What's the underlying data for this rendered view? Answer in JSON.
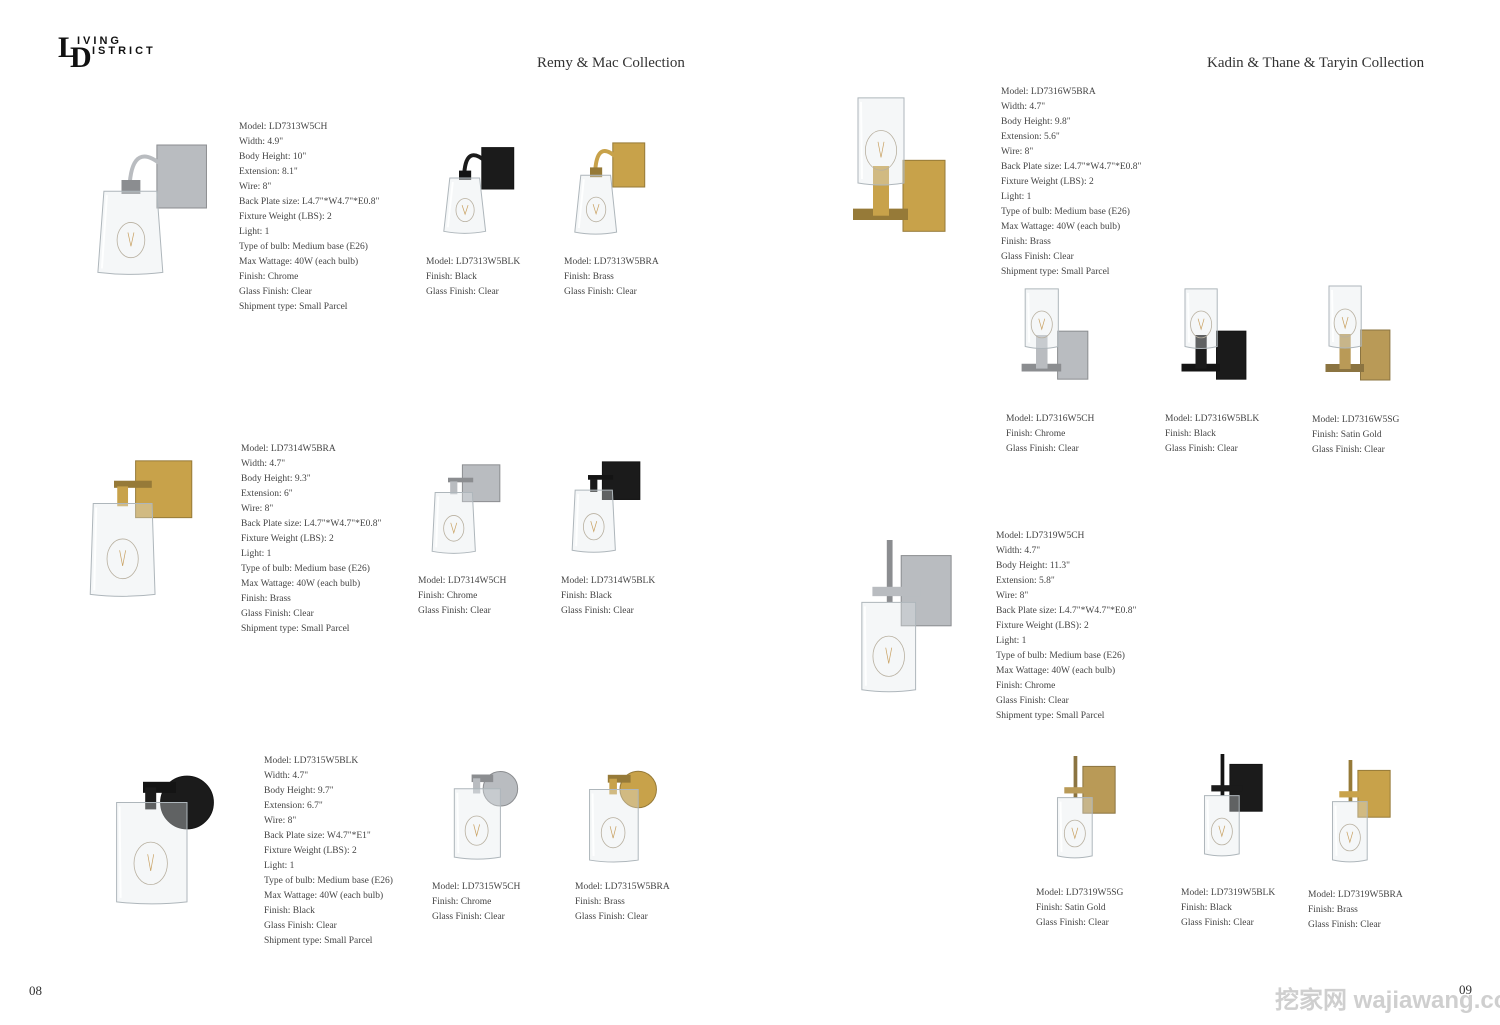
{
  "logo": {
    "l": "L",
    "d": "D",
    "word1": "IVING",
    "word2": "ISTRICT"
  },
  "left_collection_title": "Remy & Mac Collection",
  "right_collection_title": "Kadin & Thane & Taryin Collection",
  "page_left": "08",
  "page_right": "09",
  "watermark": "挖家网 wajiawang.com",
  "finish_colors": {
    "chrome": "#b9bcc0",
    "black": "#1b1b1b",
    "brass": "#c8a24a",
    "satin_gold": "#b99a57"
  },
  "products": [
    {
      "id": "p1",
      "lines": [
        "Model: LD7313W5CH",
        "Width: 4.9\"",
        "Body Height: 10\"",
        "Extension: 8.1\"",
        "Wire: 8\"",
        "Back Plate size: L4.7\"*W4.7\"*E0.8\"",
        "Fixture Weight (LBS): 2",
        "Light: 1",
        "Type of bulb: Medium base (E26)",
        "Max Wattage: 40W (each bulb)",
        "Finish: Chrome",
        "Glass Finish: Clear",
        "Shipment type: Small Parcel"
      ],
      "finish": "chrome",
      "style": "bell-arm",
      "icon": "wall-sconce-icon"
    },
    {
      "id": "p2",
      "lines": [
        "Model: LD7313W5BLK",
        "Finish: Black",
        "Glass Finish: Clear"
      ],
      "finish": "black",
      "style": "bell-arm",
      "icon": "wall-sconce-icon"
    },
    {
      "id": "p3",
      "lines": [
        "Model: LD7313W5BRA",
        "Finish: Brass",
        "Glass Finish: Clear"
      ],
      "finish": "brass",
      "style": "bell-arm",
      "icon": "wall-sconce-icon"
    },
    {
      "id": "p4",
      "lines": [
        "Model: LD7314W5BRA",
        "Width: 4.7\"",
        "Body Height: 9.3\"",
        "Extension: 6\"",
        "Wire: 8\"",
        "Back Plate size: L4.7\"*W4.7\"*E0.8\"",
        "Fixture Weight (LBS): 2",
        "Light: 1",
        "Type of bulb: Medium base (E26)",
        "Max Wattage: 40W (each bulb)",
        "Finish: Brass",
        "Glass Finish: Clear",
        "Shipment type: Small Parcel"
      ],
      "finish": "brass",
      "style": "square-bell",
      "icon": "wall-sconce-icon"
    },
    {
      "id": "p5",
      "lines": [
        "Model: LD7314W5CH",
        "Finish: Chrome",
        "Glass Finish: Clear"
      ],
      "finish": "chrome",
      "style": "square-bell",
      "icon": "wall-sconce-icon"
    },
    {
      "id": "p6",
      "lines": [
        "Model: LD7314W5BLK",
        "Finish: Black",
        "Glass Finish: Clear"
      ],
      "finish": "black",
      "style": "square-bell",
      "icon": "wall-sconce-icon"
    },
    {
      "id": "p7",
      "lines": [
        "Model: LD7315W5BLK",
        "Width: 4.7\"",
        "Body Height: 9.7\"",
        "Extension: 6.7\"",
        "Wire: 8\"",
        "Back Plate size: W4.7\"*E1\"",
        "Fixture Weight (LBS): 2",
        "Light: 1",
        "Type of bulb: Medium base (E26)",
        "Max Wattage: 40W (each bulb)",
        "Finish: Black",
        "Glass Finish: Clear",
        "Shipment type: Small Parcel"
      ],
      "finish": "black",
      "style": "round-cylinder",
      "icon": "wall-sconce-icon"
    },
    {
      "id": "p8",
      "lines": [
        "Model: LD7315W5CH",
        "Finish: Chrome",
        "Glass Finish: Clear"
      ],
      "finish": "chrome",
      "style": "round-cylinder",
      "icon": "wall-sconce-icon"
    },
    {
      "id": "p9",
      "lines": [
        "Model: LD7315W5BRA",
        "Finish: Brass",
        "Glass Finish: Clear"
      ],
      "finish": "brass",
      "style": "round-cylinder",
      "icon": "wall-sconce-icon"
    },
    {
      "id": "p10",
      "lines": [
        "Model: LD7316W5BRA",
        "Width: 4.7\"",
        "Body Height: 9.8\"",
        "Extension: 5.6\"",
        "Wire: 8\"",
        "Back Plate size: L4.7\"*W4.7\"*E0.8\"",
        "Fixture Weight (LBS): 2",
        "Light: 1",
        "Type of bulb: Medium base (E26)",
        "Max Wattage: 40W (each bulb)",
        "Finish: Brass",
        "Glass Finish: Clear",
        "Shipment type: Small Parcel"
      ],
      "finish": "brass",
      "style": "tall-cylinder",
      "icon": "wall-sconce-icon"
    },
    {
      "id": "p11",
      "lines": [
        "Model: LD7316W5CH",
        "Finish: Chrome",
        "Glass Finish: Clear"
      ],
      "finish": "chrome",
      "style": "tall-cylinder",
      "icon": "wall-sconce-icon"
    },
    {
      "id": "p12",
      "lines": [
        "Model: LD7316W5BLK",
        "Finish: Black",
        "Glass Finish: Clear"
      ],
      "finish": "black",
      "style": "tall-cylinder",
      "icon": "wall-sconce-icon"
    },
    {
      "id": "p13",
      "lines": [
        "Model: LD7316W5SG",
        "Finish: Satin Gold",
        "Glass Finish: Clear"
      ],
      "finish": "satin_gold",
      "style": "tall-cylinder",
      "icon": "wall-sconce-icon"
    },
    {
      "id": "p14",
      "lines": [
        "Model: LD7319W5CH",
        "Width: 4.7\"",
        "Body Height: 11.3\"",
        "Extension: 5.8\"",
        "Wire: 8\"",
        "Back Plate size: L4.7\"*W4.7\"*E0.8\"",
        "Fixture Weight (LBS): 2",
        "Light: 1",
        "Type of bulb: Medium base (E26)",
        "Max Wattage: 40W (each bulb)",
        "Finish: Chrome",
        "Glass Finish: Clear",
        "Shipment type: Small Parcel"
      ],
      "finish": "chrome",
      "style": "rod-cylinder",
      "icon": "wall-sconce-icon"
    },
    {
      "id": "p15",
      "lines": [
        "Model: LD7319W5SG",
        "Finish: Satin Gold",
        "Glass Finish: Clear"
      ],
      "finish": "satin_gold",
      "style": "rod-cylinder",
      "icon": "wall-sconce-icon"
    },
    {
      "id": "p16",
      "lines": [
        "Model: LD7319W5BLK",
        "Finish: Black",
        "Glass Finish: Clear"
      ],
      "finish": "black",
      "style": "rod-cylinder",
      "icon": "wall-sconce-icon"
    },
    {
      "id": "p17",
      "lines": [
        "Model: LD7319W5BRA",
        "Finish: Brass",
        "Glass Finish: Clear"
      ],
      "finish": "brass",
      "style": "rod-cylinder",
      "icon": "wall-sconce-icon"
    }
  ]
}
